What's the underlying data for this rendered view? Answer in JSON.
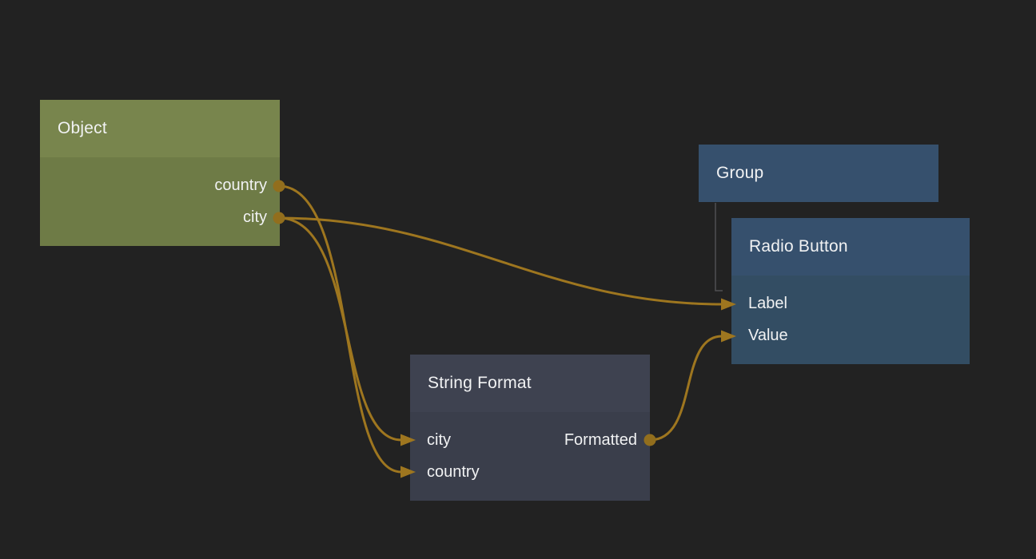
{
  "canvas": {
    "kind": "node-graph-editor"
  },
  "colors": {
    "bg": "#222222",
    "object_header": "#78854d",
    "object_body": "#6e7b46",
    "blue_header": "#36506d",
    "blue_body": "#334d63",
    "slate_header": "#3e4250",
    "slate_body": "#3a3e4b",
    "wire": "#9e761f",
    "port_dot": "#926e1d",
    "group_link": "#58585a",
    "node_text": "#f1f2f3"
  },
  "nodes": {
    "object": {
      "title": "Object",
      "outputs": [
        {
          "label": "country"
        },
        {
          "label": "city"
        }
      ]
    },
    "group": {
      "title": "Group"
    },
    "radio_button": {
      "title": "Radio Button",
      "inputs": [
        {
          "label": "Label"
        },
        {
          "label": "Value"
        }
      ]
    },
    "string_format": {
      "title": "String Format",
      "inputs": [
        {
          "label": "city"
        },
        {
          "label": "country"
        }
      ],
      "outputs": [
        {
          "label": "Formatted"
        }
      ]
    }
  },
  "edges": [
    {
      "from": "Object.country",
      "to": "String Format.country",
      "type": "wire"
    },
    {
      "from": "Object.city",
      "to": "String Format.city",
      "type": "wire"
    },
    {
      "from": "Object.city",
      "to": "Radio Button.Label",
      "type": "wire"
    },
    {
      "from": "String Format.Formatted",
      "to": "Radio Button.Value",
      "type": "wire"
    },
    {
      "from": "Group",
      "to": "Radio Button",
      "type": "parent-child"
    }
  ]
}
